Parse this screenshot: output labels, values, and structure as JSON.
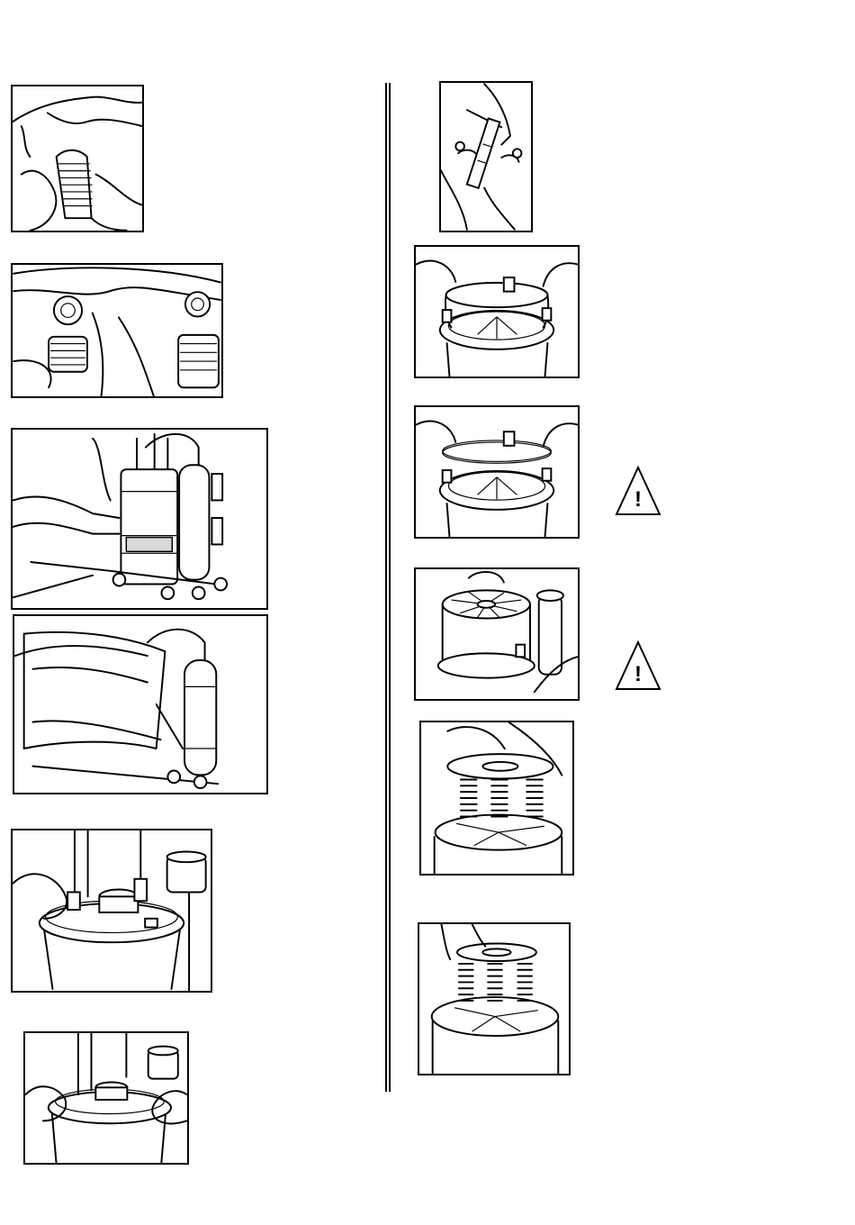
{
  "page": {
    "figures": [
      {
        "id": "fig-hose-connect",
        "icon": "hand-hose-icon"
      },
      {
        "id": "fig-hose-ports",
        "icon": "hose-ports-icon"
      },
      {
        "id": "fig-filter-unit-unclip",
        "icon": "filter-unit-icon"
      },
      {
        "id": "fig-filter-unit-lift",
        "icon": "filter-unit-lift-icon"
      },
      {
        "id": "fig-head-remove",
        "icon": "filter-head-icon"
      },
      {
        "id": "fig-head-unscrew",
        "icon": "filter-head-icon"
      },
      {
        "id": "fig-clip-tool",
        "icon": "clip-tool-icon"
      },
      {
        "id": "fig-seal-ring-remove",
        "icon": "seal-ring-icon"
      },
      {
        "id": "fig-seal-ring-detail",
        "icon": "seal-ring-icon"
      },
      {
        "id": "fig-basket-lid",
        "icon": "basket-lid-icon"
      },
      {
        "id": "fig-spring-plate-lift",
        "icon": "spring-plate-icon"
      },
      {
        "id": "fig-spring-plate-seat",
        "icon": "spring-plate-icon"
      }
    ],
    "warnings": [
      {
        "id": "warning-1",
        "icon": "warning-triangle-icon",
        "symbol": "!"
      },
      {
        "id": "warning-2",
        "icon": "warning-triangle-icon",
        "symbol": "!"
      }
    ]
  }
}
